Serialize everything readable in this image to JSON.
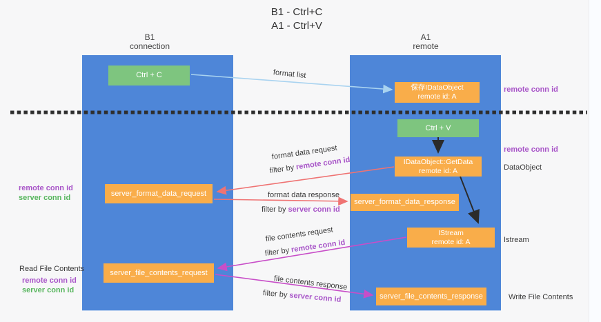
{
  "title": {
    "line1": "B1 - Ctrl+C",
    "line2": "A1 - Ctrl+V"
  },
  "lifelines": {
    "left": {
      "name": "B1",
      "role": "connection"
    },
    "right": {
      "name": "A1",
      "role": "remote"
    }
  },
  "nodes": {
    "ctrl_c": "Ctrl + C",
    "ctrl_v": "Ctrl + V",
    "save_dataobject": {
      "line1": "保存IDataObject",
      "line2": "remote id: A"
    },
    "getdata": {
      "line1": "IDataObject::GetData",
      "line2": "remote id: A"
    },
    "istream": {
      "line1": "IStream",
      "line2": "remote id: A"
    },
    "format_request": "server_format_data_request",
    "format_response": "server_format_data_response",
    "file_request": "server_file_contents_request",
    "file_response": "server_file_contents_response"
  },
  "edge_labels": {
    "format_list": "format list",
    "format_data_request": "format data request",
    "format_data_response": "format data response",
    "file_contents_request": "file contents request",
    "file_contents_response": "file contents response",
    "filter_by": "filter by ",
    "remote_conn_id": "remote conn id",
    "server_conn_id": "server conn id"
  },
  "side_labels": {
    "left_remote_conn_id": "remote conn id",
    "left_server_conn_id": "server conn id",
    "read_file_contents": "Read File Contents",
    "bottom_remote_conn_id": "remote conn id",
    "bottom_server_conn_id": "server conn id",
    "right_remote_conn_id_top": "remote conn id",
    "right_remote_conn_id_mid": "remote conn id",
    "dataobject": "DataObject",
    "istream": "Istream",
    "write_file_contents": "Write File Contents"
  },
  "colors": {
    "background": "#f7f7f8",
    "column_blue": "#4e86d8",
    "node_green": "#7ec57f",
    "node_orange": "#f9ad4a",
    "purple_text": "#a855c8",
    "green_text": "#58b65e",
    "arrow_lightblue": "#a9d3f0",
    "arrow_salmon": "#ef7373",
    "arrow_magenta": "#c84ec8",
    "arrow_black": "#2b2b2b",
    "dashed_line": "#2e2e2e"
  }
}
